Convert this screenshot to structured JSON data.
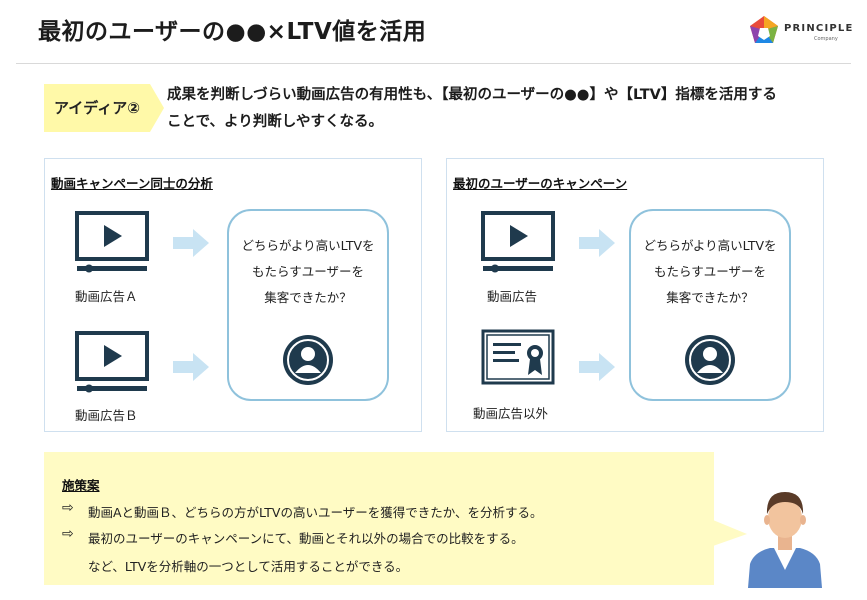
{
  "page": {
    "title": "最初のユーザーの●●×LTV値を活用"
  },
  "logo": {
    "name": "PRINCIPLE",
    "sub": "Company",
    "icon": "pentagon-logo-icon"
  },
  "idea": {
    "label": "アイディア②",
    "line1": "成果を判断しづらい動画広告の有用性も、【最初のユーザーの●●】や【LTV】指標を活用する",
    "line2": "ことで、より判断しやすくなる。"
  },
  "left_panel": {
    "title": "動画キャンペーン同士の分析",
    "ad_a": "動画広告Ａ",
    "ad_b": "動画広告Ｂ",
    "bubble_line1": "どちらがより高いLTVを",
    "bubble_line2": "もたらすユーザーを",
    "bubble_line3": "集客できたか？"
  },
  "right_panel": {
    "title": "最初のユーザーのキャンペーン",
    "ad_video": "動画広告",
    "ad_other": "動画広告以外",
    "bubble_line1": "どちらがより高いLTVを",
    "bubble_line2": "もたらすユーザーを",
    "bubble_line3": "集客できたか？"
  },
  "measures": {
    "title": "施策案",
    "item1": "動画Aと動画Ｂ、どちらの方がLTVの高いユーザーを獲得できたか、を分析する。",
    "item2": "最初のユーザーのキャンペーンにて、動画とそれ以外の場合での比較をする。",
    "note": "など、LTVを分析軸の一つとして活用することができる。",
    "bullet": "⇨"
  },
  "colors": {
    "icon_dark": "#1f3a4d",
    "arrow_light": "#c8e3f3",
    "bubble_border": "#8fc2dc",
    "yellow": "#fffbc4",
    "panel_border": "#cfe0ef"
  }
}
